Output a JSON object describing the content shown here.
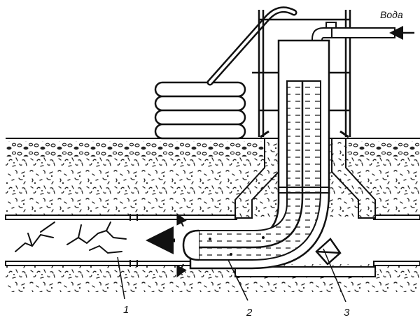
{
  "inlet": {
    "label": "Вода"
  },
  "callouts": [
    {
      "id": "1",
      "text": "1"
    },
    {
      "id": "2",
      "text": "2"
    },
    {
      "id": "3",
      "text": "3"
    }
  ],
  "colors": {
    "ink": "#111111",
    "fill": "#ffffff",
    "soil_speckle": "#222222"
  }
}
